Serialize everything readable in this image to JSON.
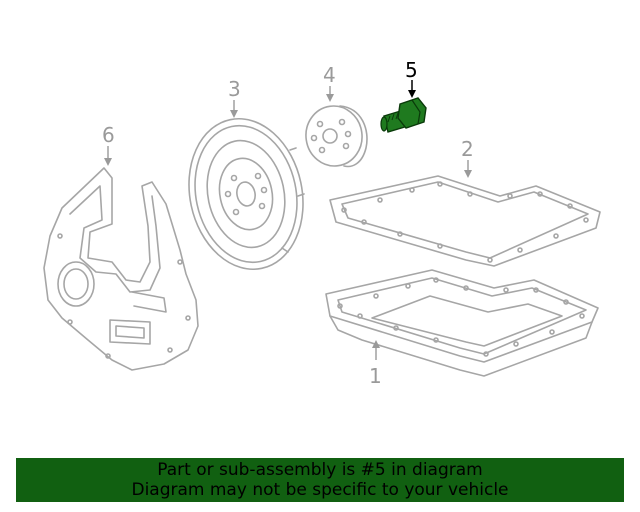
{
  "callouts": {
    "c1": "1",
    "c2": "2",
    "c3": "3",
    "c4": "4",
    "c5": "5",
    "c6": "6"
  },
  "highlight_color": "#1f7a1f",
  "banner": {
    "line1": "Part or sub-assembly is #5 in diagram",
    "line2": "Diagram may not be specific to your vehicle",
    "color": "#116011"
  }
}
